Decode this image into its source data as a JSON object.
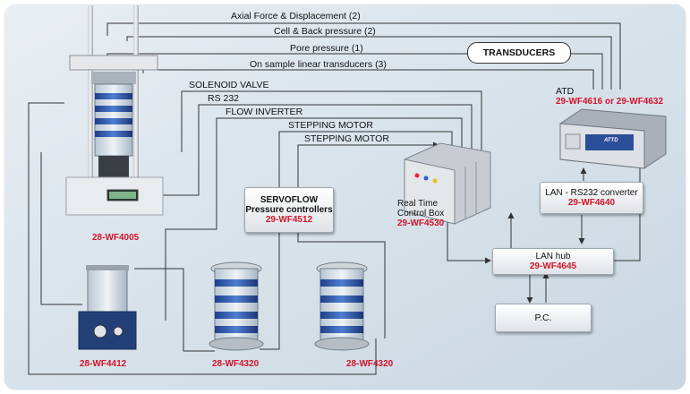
{
  "signals": {
    "axial": "Axial Force & Displacement (2)",
    "cell_back": "Cell & Back pressure (2)",
    "pore": "Pore pressure (1)",
    "on_sample": "On sample linear transducers (3)",
    "solenoid": "SOLENOID VALVE",
    "rs232": "RS 232",
    "flow_inverter": "FLOW INVERTER",
    "stepping_motor_1": "STEPPING MOTOR",
    "stepping_motor_2": "STEPPING MOTOR"
  },
  "transducers_box": {
    "label": "TRANSDUCERS"
  },
  "atd": {
    "label": "ATD",
    "code": "29-WF4616 or 29-WF4632"
  },
  "lan_converter": {
    "label": "LAN - RS232 converter",
    "code": "29-WF4640"
  },
  "lan_hub": {
    "label": "LAN hub",
    "code": "29-WF4645"
  },
  "pc": {
    "label": "P.C."
  },
  "rtcb": {
    "label_line1": "Real Time",
    "label_line2": "Control Box",
    "code": "29-WF4530"
  },
  "servoflow": {
    "title": "SERVOFLOW",
    "subtitle": "Pressure controllers",
    "code": "29-WF4512"
  },
  "load_frame": {
    "code": "28-WF4005"
  },
  "pressure_unit": {
    "code": "28-WF4412"
  },
  "cell_1": {
    "code": "28-WF4320"
  },
  "cell_2": {
    "code": "28-WF4320"
  },
  "atd_device": {
    "brand": "ATTD"
  },
  "colors": {
    "background": "#d9e3ec",
    "lines": "#333333",
    "codes": "#d2142b",
    "panel_border": "#ffffff"
  }
}
